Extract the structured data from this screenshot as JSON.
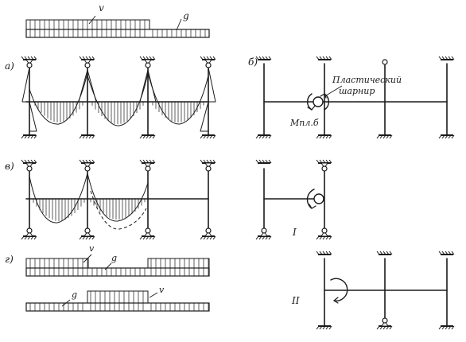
{
  "figure": {
    "top_loads": {
      "live_label": "v",
      "dead_label": "g"
    },
    "panel_a": {
      "label": "а)"
    },
    "panel_b": {
      "label": "б)",
      "hinge_label_line1": "Пластический",
      "hinge_label_line2": "шарнир",
      "moment_label": "Mпл.б"
    },
    "panel_v": {
      "label": "в)"
    },
    "panel_g": {
      "label": "г)",
      "pattern1_live": "v",
      "pattern1_dead": "g",
      "pattern2_dead": "g",
      "pattern2_live": "v"
    },
    "detail_I": {
      "label": "I"
    },
    "detail_II": {
      "label": "II"
    }
  }
}
